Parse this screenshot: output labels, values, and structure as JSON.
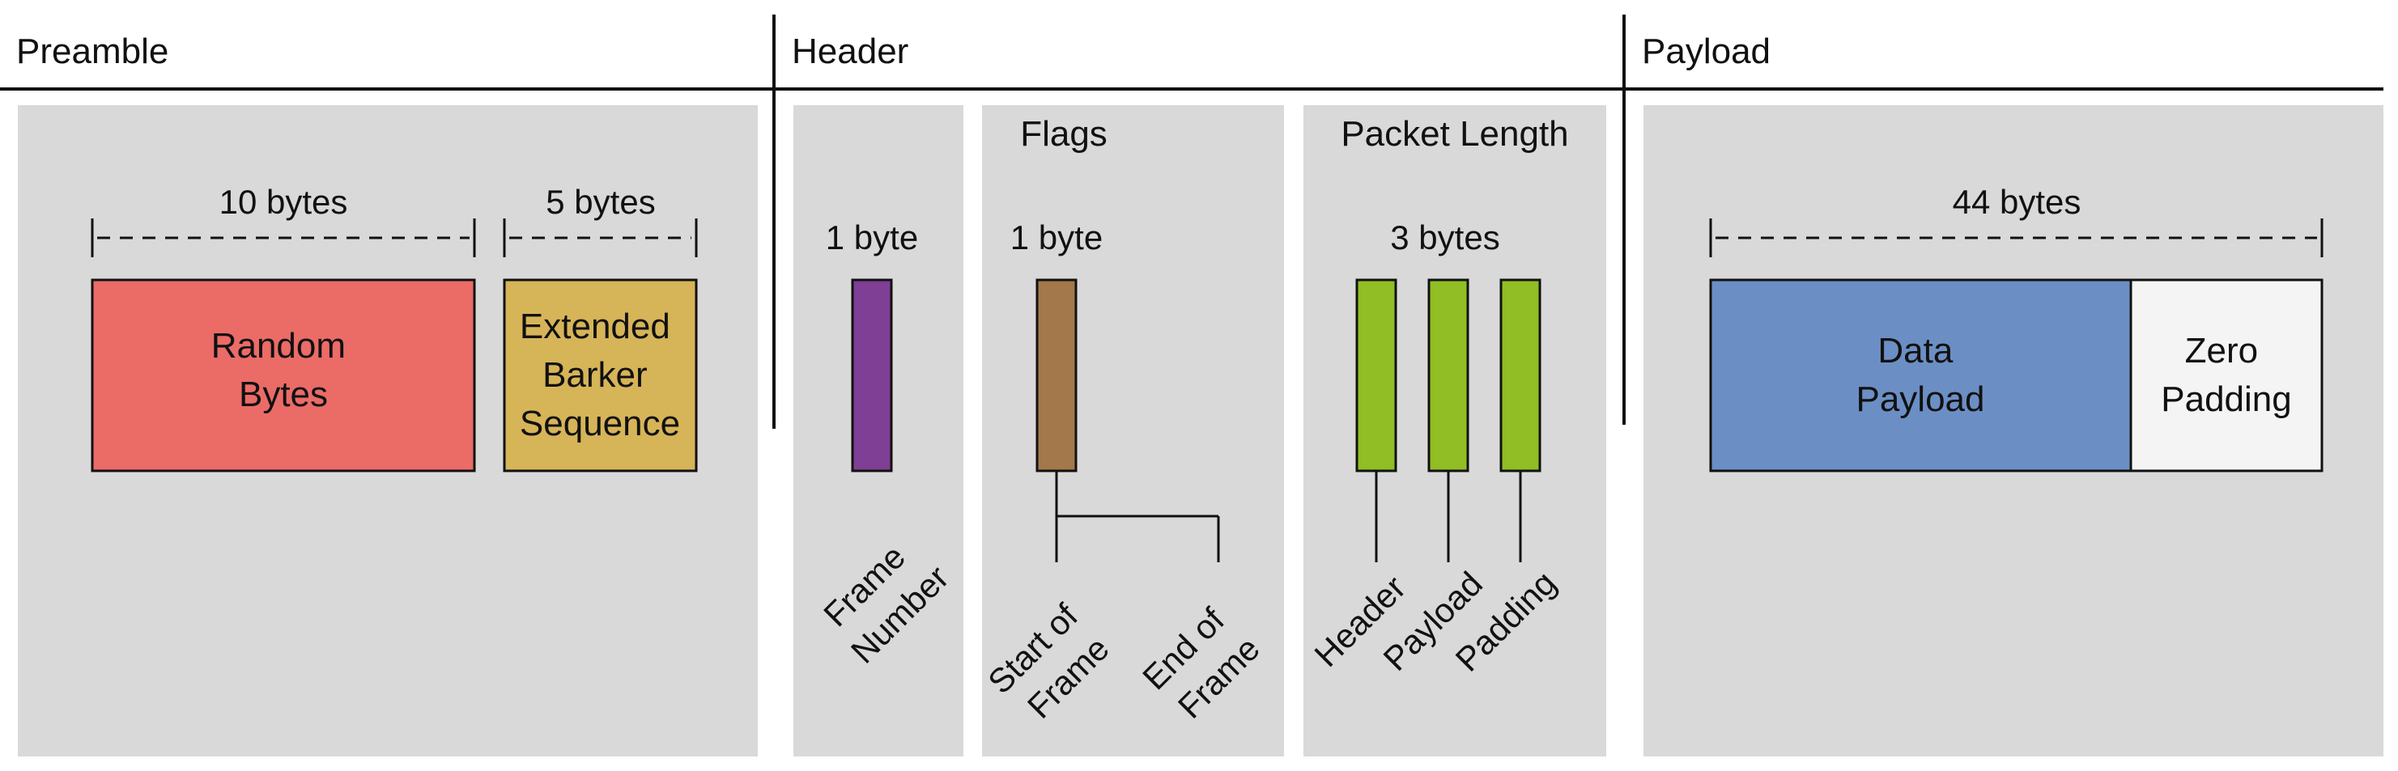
{
  "sections": {
    "preamble": "Preamble",
    "header": "Header",
    "payload": "Payload"
  },
  "preamble": {
    "random": {
      "size": "10 bytes",
      "label": [
        "Random",
        "Bytes"
      ]
    },
    "barker": {
      "size": "5 bytes",
      "label": [
        "Extended",
        "Barker",
        "Sequence"
      ]
    }
  },
  "header": {
    "frame_number": {
      "size": "1 byte",
      "label": [
        "Frame",
        "Number"
      ]
    },
    "flags": {
      "title": "Flags",
      "size": "1 byte",
      "bits": [
        {
          "label": [
            "Start of",
            "Frame"
          ]
        },
        {
          "label": [
            "End of",
            "Frame"
          ]
        }
      ]
    },
    "packet_length": {
      "title": "Packet Length",
      "size": "3 bytes",
      "fields": [
        "Header",
        "Payload",
        "Padding"
      ]
    }
  },
  "payload": {
    "size": "44 bytes",
    "data": [
      "Data",
      "Payload"
    ],
    "padding": [
      "Zero",
      "Padding"
    ]
  },
  "colors": {
    "panel": "#d9d9d9",
    "random": "#eb6b67",
    "barker": "#d6b458",
    "frame_number": "#7e3f94",
    "flags": "#a3784a",
    "packet_length": "#90be24",
    "data_payload": "#6b8fc4",
    "zero_padding": "#f4f4f4"
  }
}
